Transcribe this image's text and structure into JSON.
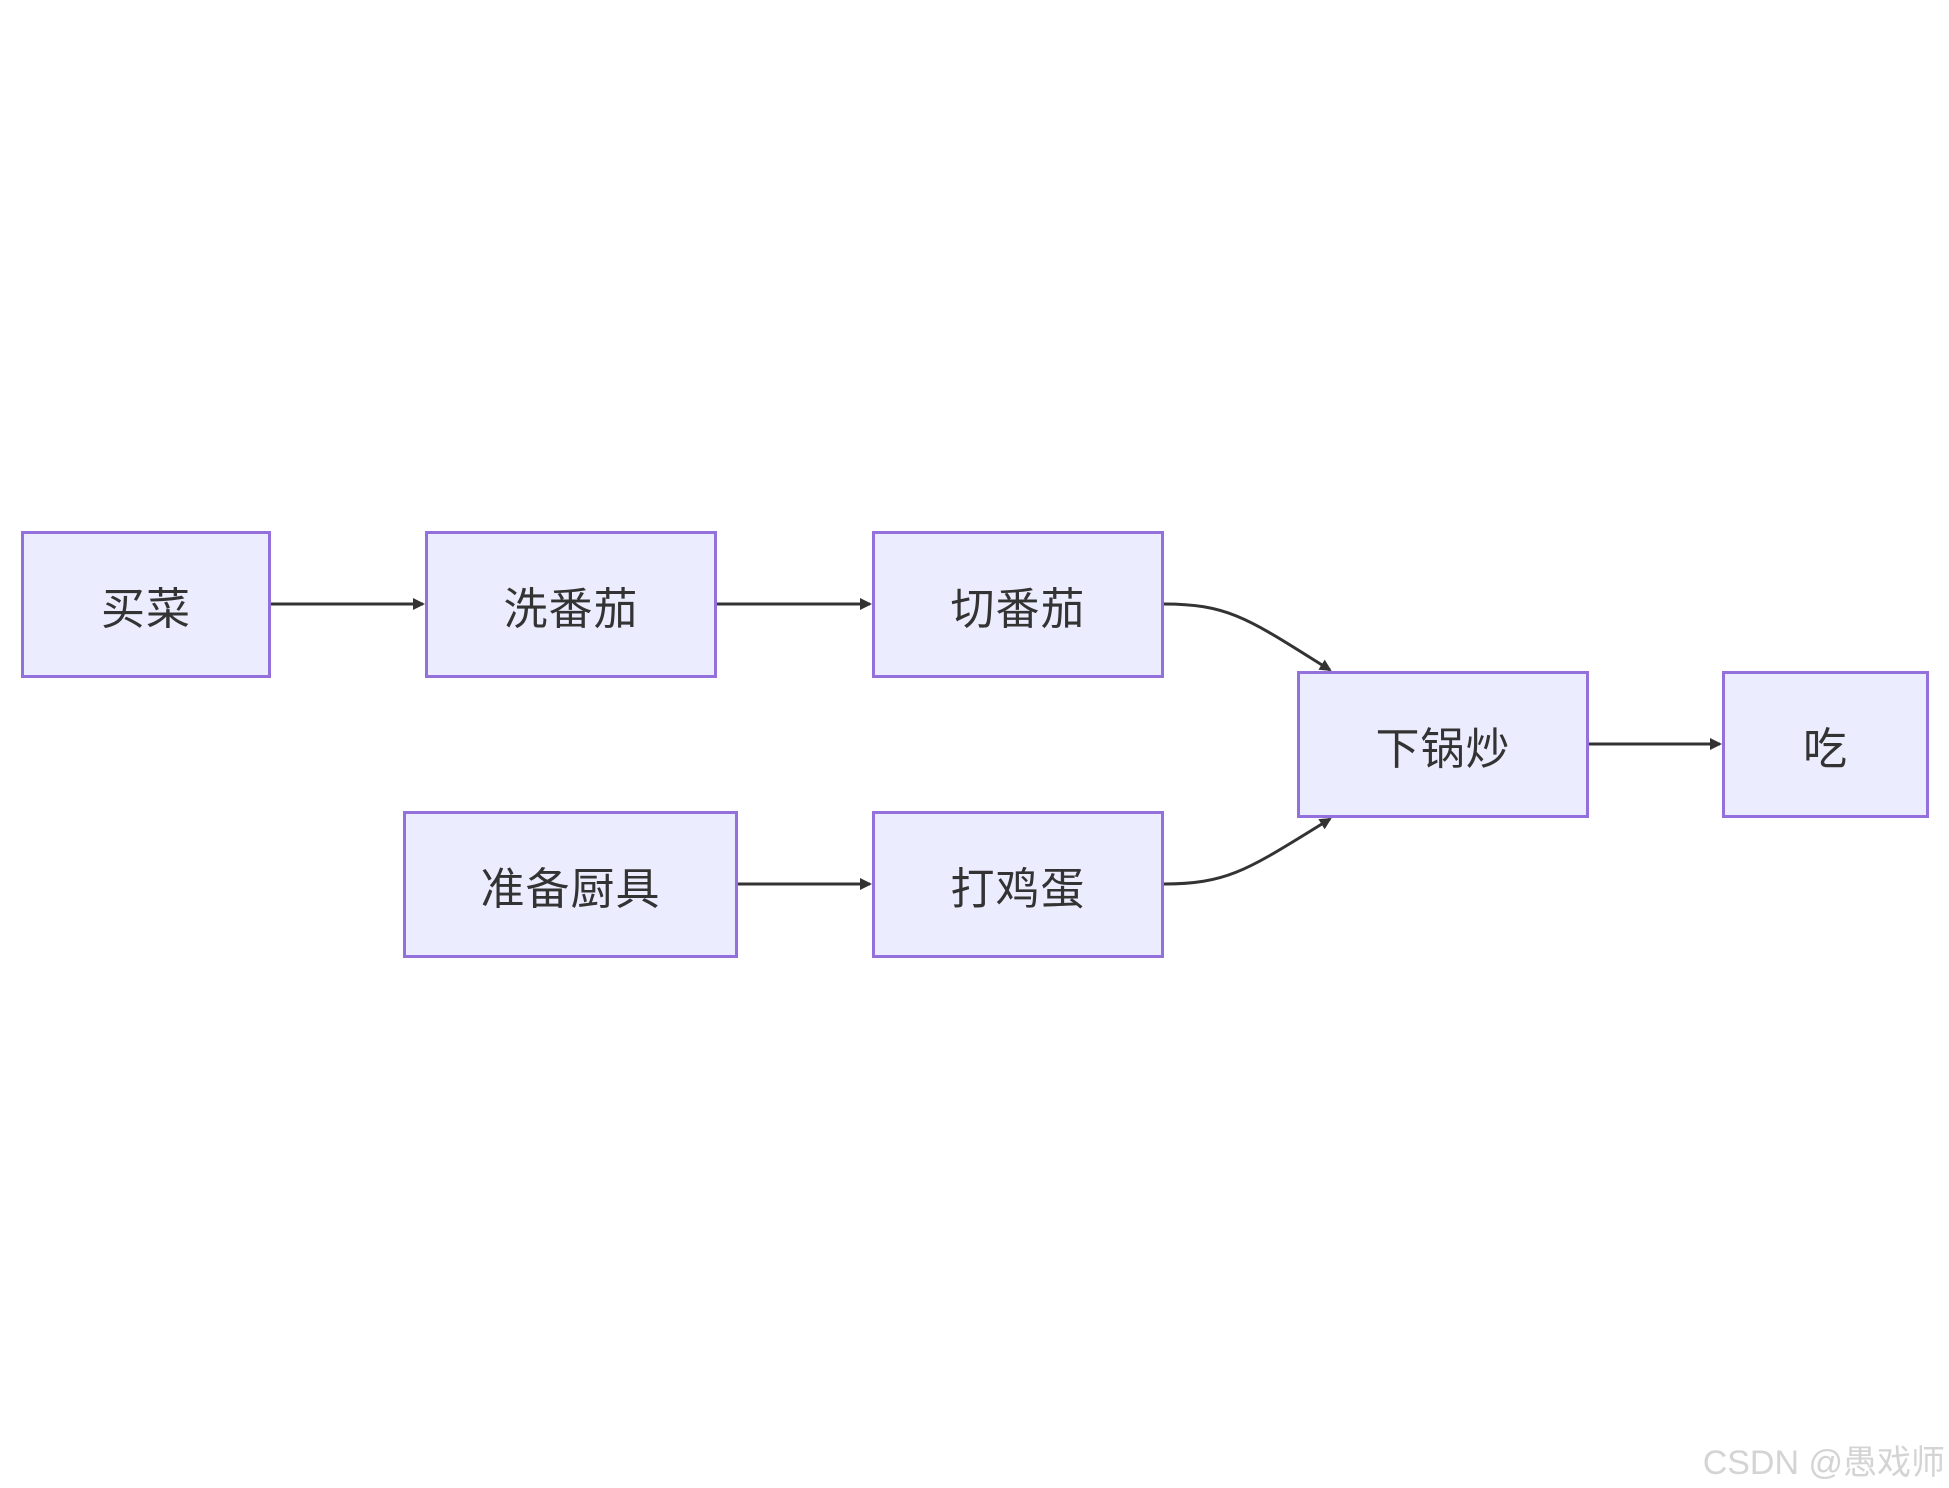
{
  "diagram": {
    "type": "flowchart",
    "nodes": [
      {
        "id": "buy",
        "label": "买菜"
      },
      {
        "id": "wash",
        "label": "洗番茄"
      },
      {
        "id": "cut",
        "label": "切番茄"
      },
      {
        "id": "tools",
        "label": "准备厨具"
      },
      {
        "id": "egg",
        "label": "打鸡蛋"
      },
      {
        "id": "fry",
        "label": "下锅炒"
      },
      {
        "id": "eat",
        "label": "吃"
      }
    ],
    "edges": [
      {
        "from": "buy",
        "to": "wash"
      },
      {
        "from": "wash",
        "to": "cut"
      },
      {
        "from": "cut",
        "to": "fry"
      },
      {
        "from": "tools",
        "to": "egg"
      },
      {
        "from": "egg",
        "to": "fry"
      },
      {
        "from": "fry",
        "to": "eat"
      }
    ],
    "colors": {
      "node_fill": "#ececff",
      "node_border": "#9370db",
      "text": "#333333",
      "edge": "#333333"
    }
  },
  "watermark": "CSDN @愚戏师"
}
